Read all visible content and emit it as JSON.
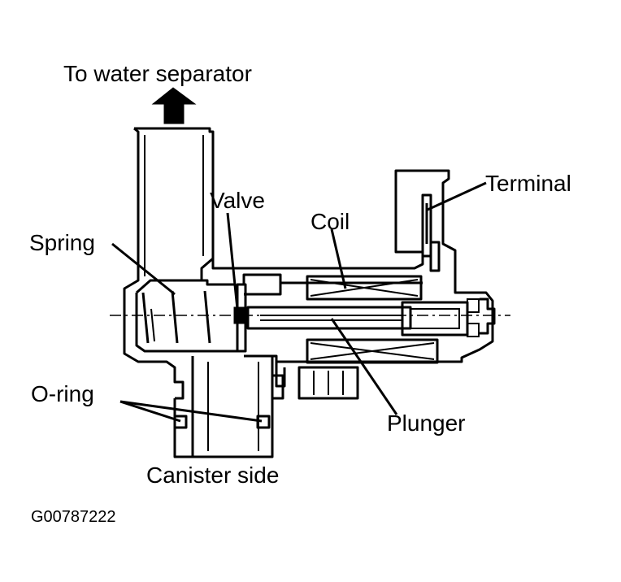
{
  "labels": {
    "to_water_separator": "To water separator",
    "valve": "Valve",
    "terminal": "Terminal",
    "coil": "Coil",
    "spring": "Spring",
    "o_ring": "O-ring",
    "plunger": "Plunger",
    "canister_side": "Canister side"
  },
  "figure_code": "G00787222"
}
